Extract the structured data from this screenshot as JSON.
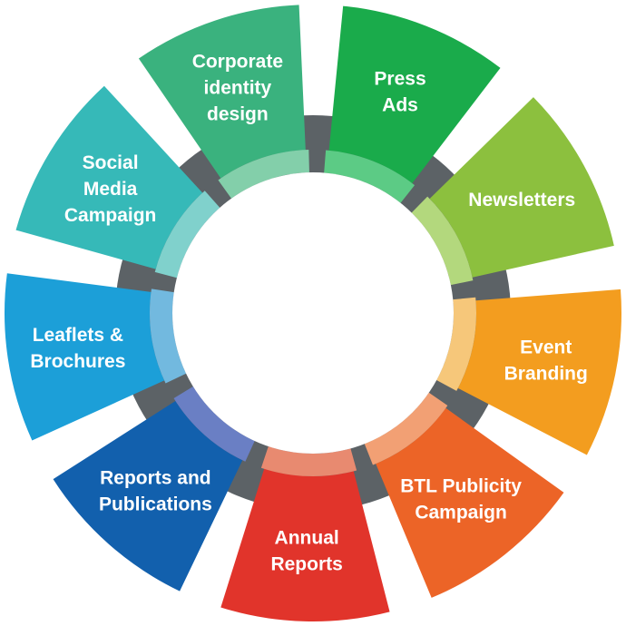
{
  "segments": [
    {
      "lines": [
        "Press",
        "Ads"
      ],
      "color": "#1aab4b",
      "inner": "#5ccb85"
    },
    {
      "lines": [
        "Newsletters"
      ],
      "color": "#8cc03e",
      "inner": "#b3d87d"
    },
    {
      "lines": [
        "Event",
        "Branding"
      ],
      "color": "#f39d1f",
      "inner": "#f6c77a"
    },
    {
      "lines": [
        "BTL Publicity",
        "Campaign"
      ],
      "color": "#ec6427",
      "inner": "#f2a074"
    },
    {
      "lines": [
        "Annual",
        "Reports"
      ],
      "color": "#e1342b",
      "inner": "#e88a70"
    },
    {
      "lines": [
        "Reports and",
        "Publications"
      ],
      "color": "#1260ad",
      "inner": "#6a7fc4"
    },
    {
      "lines": [
        "Leaflets &",
        "Brochures"
      ],
      "color": "#1c9fd8",
      "inner": "#72b9df"
    },
    {
      "lines": [
        "Social",
        "Media",
        "Campaign"
      ],
      "color": "#36b9b8",
      "inner": "#80d1cc"
    },
    {
      "lines": [
        "Corporate",
        "identity",
        "design"
      ],
      "color": "#3ab27e",
      "inner": "#83cfaa"
    }
  ],
  "colors": {
    "connector": "#5c6266",
    "center": "#ffffff"
  }
}
